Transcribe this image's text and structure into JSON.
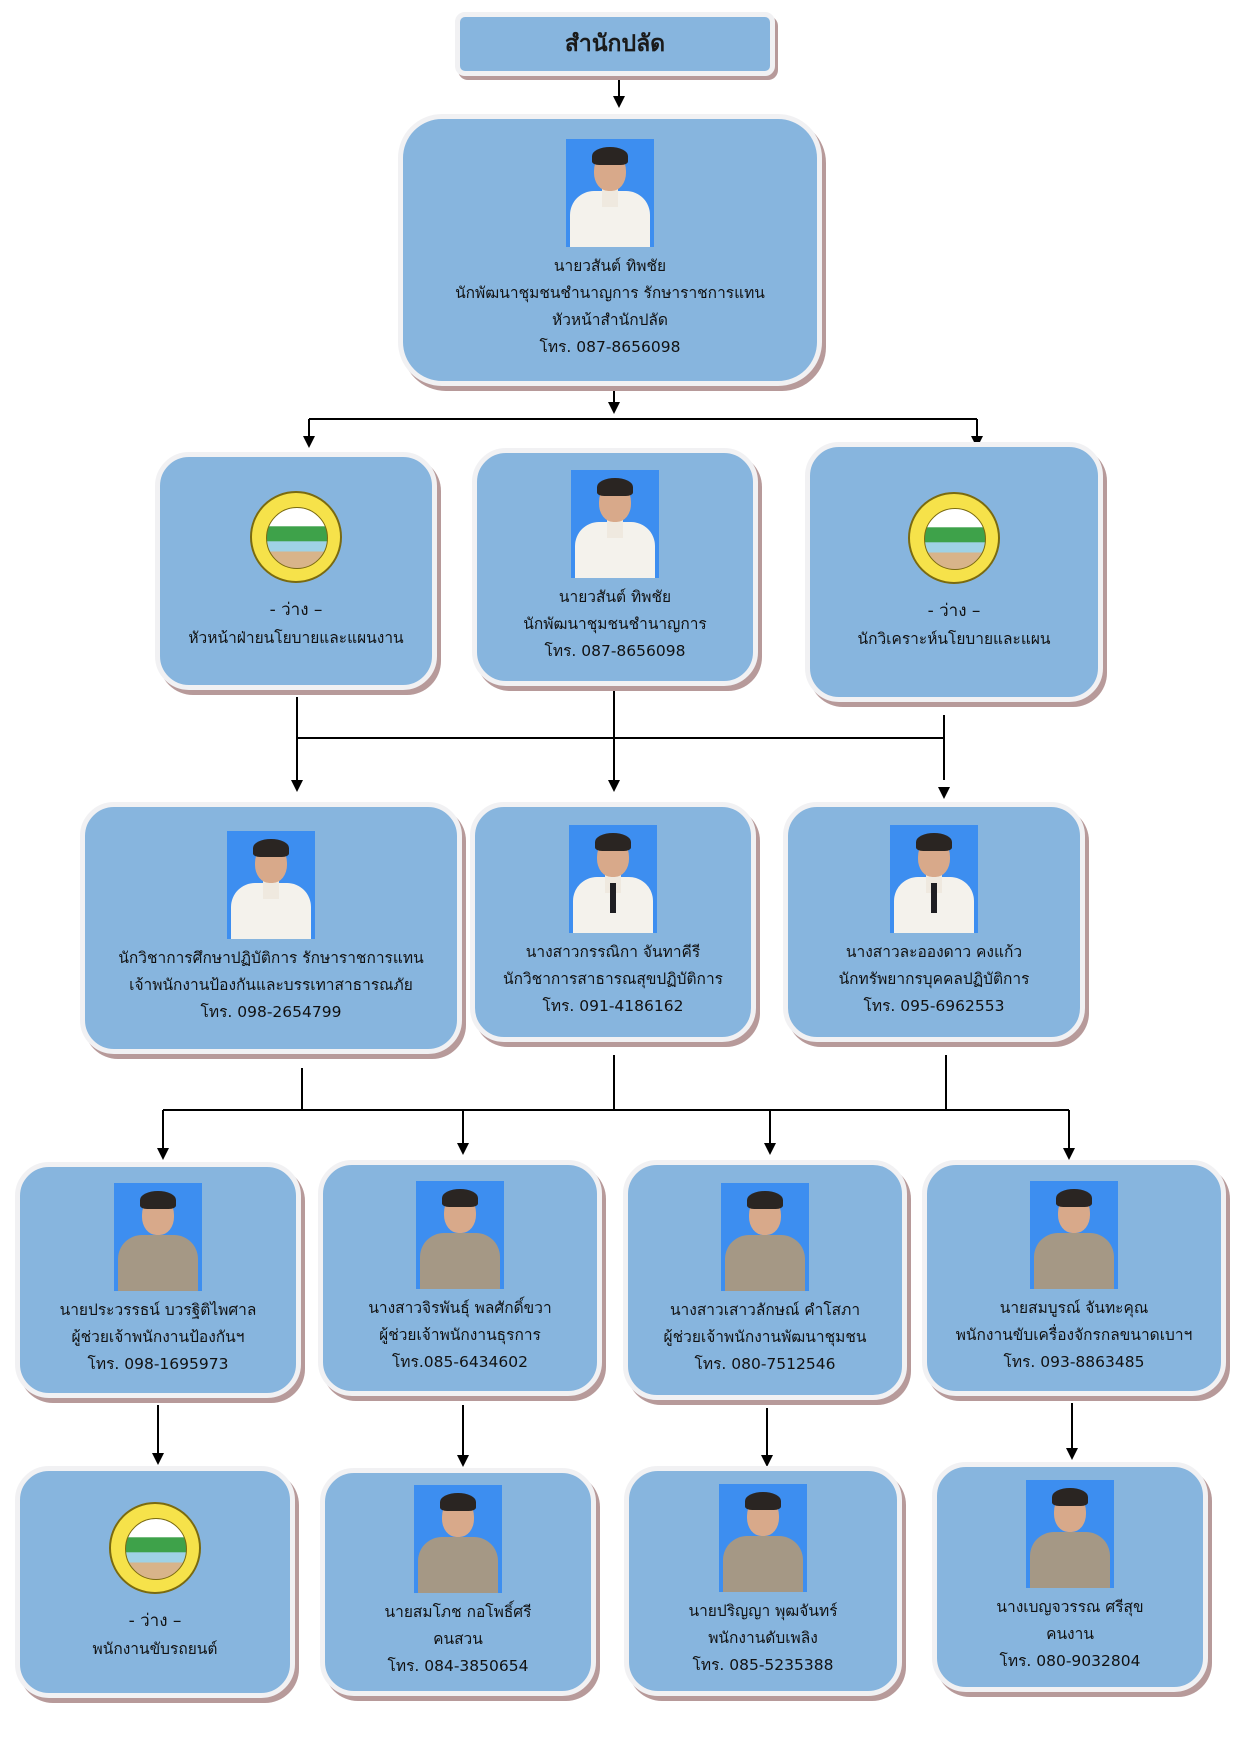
{
  "title": "สำนักปลัด",
  "head": {
    "name": "นายวสันต์ ทิพชัย",
    "position_line1": "นักพัฒนาชุมชนชำนาญการ รักษาราชการแทน",
    "position_line2": "หัวหน้าสำนักปลัด",
    "phone": "โทร. 087-8656098"
  },
  "level2": [
    {
      "vacant": "- ว่าง –",
      "position": "หัวหน้าฝ่ายนโยบายและแผนงาน",
      "icon": "organization-logo-icon"
    },
    {
      "name": "นายวสันต์ ทิพชัย",
      "position": "นักพัฒนาชุมชนชำนาญการ",
      "phone": "โทร. 087-8656098"
    },
    {
      "vacant": "- ว่าง –",
      "position": "นักวิเคราะห์นโยบายและแผน",
      "icon": "organization-logo-icon"
    }
  ],
  "level3": [
    {
      "position_line1": "นักวิชาการศึกษาปฏิบัติการ รักษาราชการแทน",
      "position_line2": "เจ้าพนักงานป้องกันและบรรเทาสาธารณภัย",
      "phone": "โทร. 098-2654799"
    },
    {
      "name": "นางสาวกรรณิกา จันทาคีรี",
      "position": "นักวิชาการสาธารณสุขปฏิบัติการ",
      "phone": "โทร. 091-4186162"
    },
    {
      "name": "นางสาวละอองดาว คงแก้ว",
      "position": "นักทรัพยากรบุคคลปฏิบัติการ",
      "phone": "โทร. 095-6962553"
    }
  ],
  "level4": [
    {
      "name": "นายประวรรธน์ บวรฐิติไพศาล",
      "position": "ผู้ช่วยเจ้าพนักงานป้องกันฯ",
      "phone": "โทร. 098-1695973"
    },
    {
      "name": "นางสาวจิรพันธุ์ พลศักดิ์ขวา",
      "position": "ผู้ช่วยเจ้าพนักงานธุรการ",
      "phone": "โทร.085-6434602"
    },
    {
      "name": "นางสาวเสาวลักษณ์ คำโสภา",
      "position": "ผู้ช่วยเจ้าพนักงานพัฒนาชุมชน",
      "phone": "โทร. 080-7512546"
    },
    {
      "name": "นายสมบูรณ์ จันทะคุณ",
      "position": "พนักงานขับเครื่องจักรกลขนาดเบาฯ",
      "phone": "โทร. 093-8863485"
    }
  ],
  "level5": [
    {
      "vacant": "- ว่าง –",
      "position": "พนักงานขับรถยนต์",
      "icon": "organization-logo-icon"
    },
    {
      "name": "นายสมโภช กอโพธิ์ศรี",
      "position": "คนสวน",
      "phone": "โทร. 084-3850654"
    },
    {
      "name": "นายปริญญา พุฒจันทร์",
      "position": "พนักงานดับเพลิง",
      "phone": "โทร. 085-5235388"
    },
    {
      "name": "นางเบญจวรรณ ศรีสุข",
      "position": "คนงาน",
      "phone": "โทร. 080-9032804"
    }
  ],
  "colors": {
    "box_fill": "#87b5de",
    "box_border": "#f1f1f3",
    "box_shadow": "#b79a9a",
    "photo_background": "#3d8ef0",
    "connector": "#000000"
  }
}
